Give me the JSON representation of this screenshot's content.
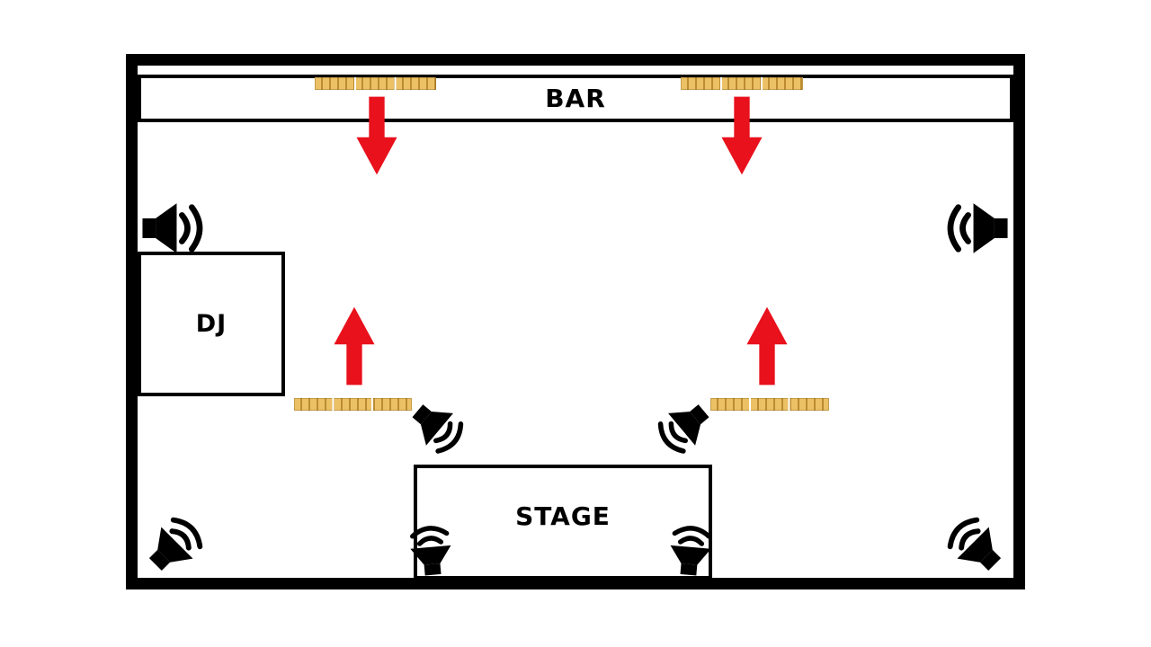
{
  "diagram": {
    "bar": {
      "label": "BAR"
    },
    "dj_booth": {
      "label": "DJ"
    },
    "stage": {
      "label": "STAGE"
    },
    "speakers": {
      "icon": "speaker-icon",
      "count": 8,
      "positions": [
        "left-wall",
        "right-wall",
        "stage-top-left",
        "stage-top-right",
        "stage-front-left",
        "stage-front-right",
        "bottom-left-corner",
        "bottom-right-corner"
      ]
    },
    "arrows": {
      "down_icon": "arrow-down-icon",
      "up_icon": "arrow-up-icon",
      "down_count": 2,
      "up_count": 2
    },
    "array_strips": {
      "icon": "speaker-array-strip",
      "count": 4
    },
    "colors": {
      "arrow": "#e8111c",
      "strip_base": "#ecc166",
      "strip_stripe": "#bd8c30",
      "wall": "#000000",
      "icon": "#000000",
      "background": "#ffffff"
    }
  }
}
